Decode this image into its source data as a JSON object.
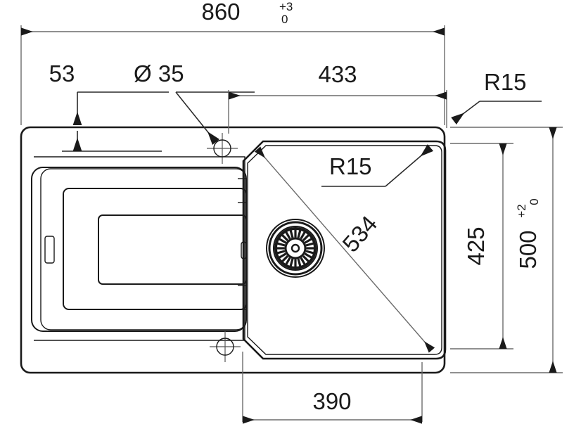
{
  "drawing": {
    "title": "Kitchen sink technical dimension drawing",
    "units": "mm",
    "stroke_color": "#1a1a1a",
    "dimension_color": "#6b6b6b",
    "background_color": "#ffffff"
  },
  "dimensions": {
    "overall_width": {
      "value": "860",
      "tolerance_upper": "+3",
      "tolerance_lower": "0",
      "label": "overall-width-860",
      "position": "top"
    },
    "left_offset": {
      "value": "53",
      "label": "left-offset-53",
      "position": "top-left"
    },
    "tap_hole_diameter": {
      "value": "Ø 35",
      "label": "tap-hole-diameter-35",
      "position": "top-left"
    },
    "bowl_width_top": {
      "value": "433",
      "label": "bowl-width-433",
      "position": "top-center"
    },
    "corner_radius_outer": {
      "value": "R15",
      "label": "outer-corner-radius",
      "position": "top-right"
    },
    "corner_radius_bowl": {
      "value": "R15",
      "label": "bowl-corner-radius",
      "position": "bowl-top"
    },
    "bowl_diagonal": {
      "value": "534",
      "label": "bowl-diagonal-534",
      "position": "bowl-center"
    },
    "bowl_height": {
      "value": "425",
      "label": "bowl-height-425",
      "position": "right-inner"
    },
    "overall_height": {
      "value": "500",
      "tolerance_upper": "+2",
      "tolerance_lower": "0",
      "label": "overall-height-500",
      "position": "right-outer"
    },
    "bowl_width_bottom": {
      "value": "390",
      "label": "bowl-width-390",
      "position": "bottom-center"
    }
  },
  "features": {
    "sink_body": "sink-outer-body",
    "drainboard": "drainboard-area",
    "bowl": "sink-bowl",
    "drain": "drain-strainer",
    "tap_hole_upper": "tap-hole-upper",
    "tap_hole_lower": "tap-hole-lower",
    "overflow_slot": "overflow-slot"
  }
}
